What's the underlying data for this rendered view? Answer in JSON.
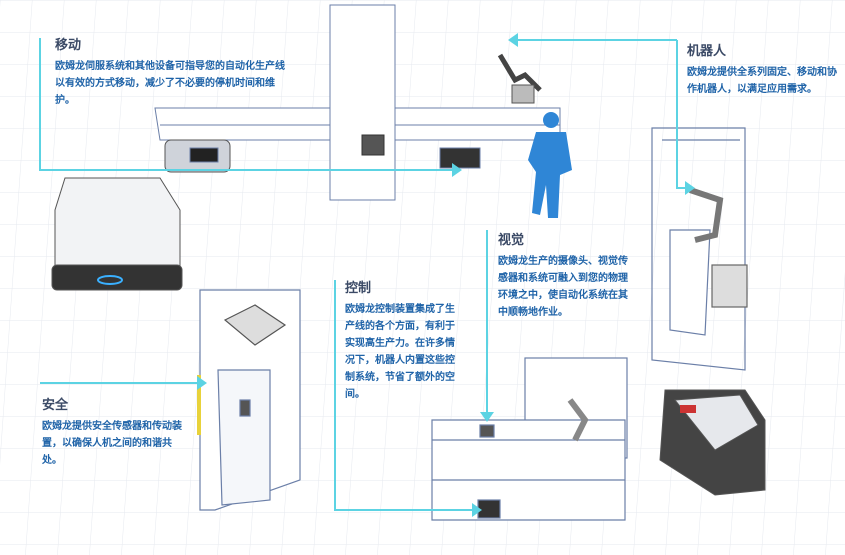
{
  "sections": {
    "move": {
      "title": "移动",
      "body": "欧姆龙伺服系统和其他设备可指导您的自动化生产线以有效的方式移动，减少了不必要的停机时间和维护。"
    },
    "robot": {
      "title": "机器人",
      "body": "欧姆龙提供全系列固定、移动和协作机器人，以满足应用需求。"
    },
    "vision": {
      "title": "视觉",
      "body": "欧姆龙生产的摄像头、视觉传感器和系统可融入到您的物理环境之中，使自动化系统在其中顺畅地作业。"
    },
    "control": {
      "title": "控制",
      "body": "欧姆龙控制装置集成了生产线的各个方面，有利于实现高生产力。在许多情况下，机器人内置这些控制系统，节省了额外的空间。"
    },
    "safety": {
      "title": "安全",
      "body": "欧姆龙提供安全传感器和传动装置，以确保人机之间的和谐共处。"
    }
  },
  "colors": {
    "leader": "#5cd3e3",
    "heading": "#3b4a66",
    "body": "#1f63a8",
    "machine": "#3b7fd0",
    "human": "#2f86d6"
  }
}
